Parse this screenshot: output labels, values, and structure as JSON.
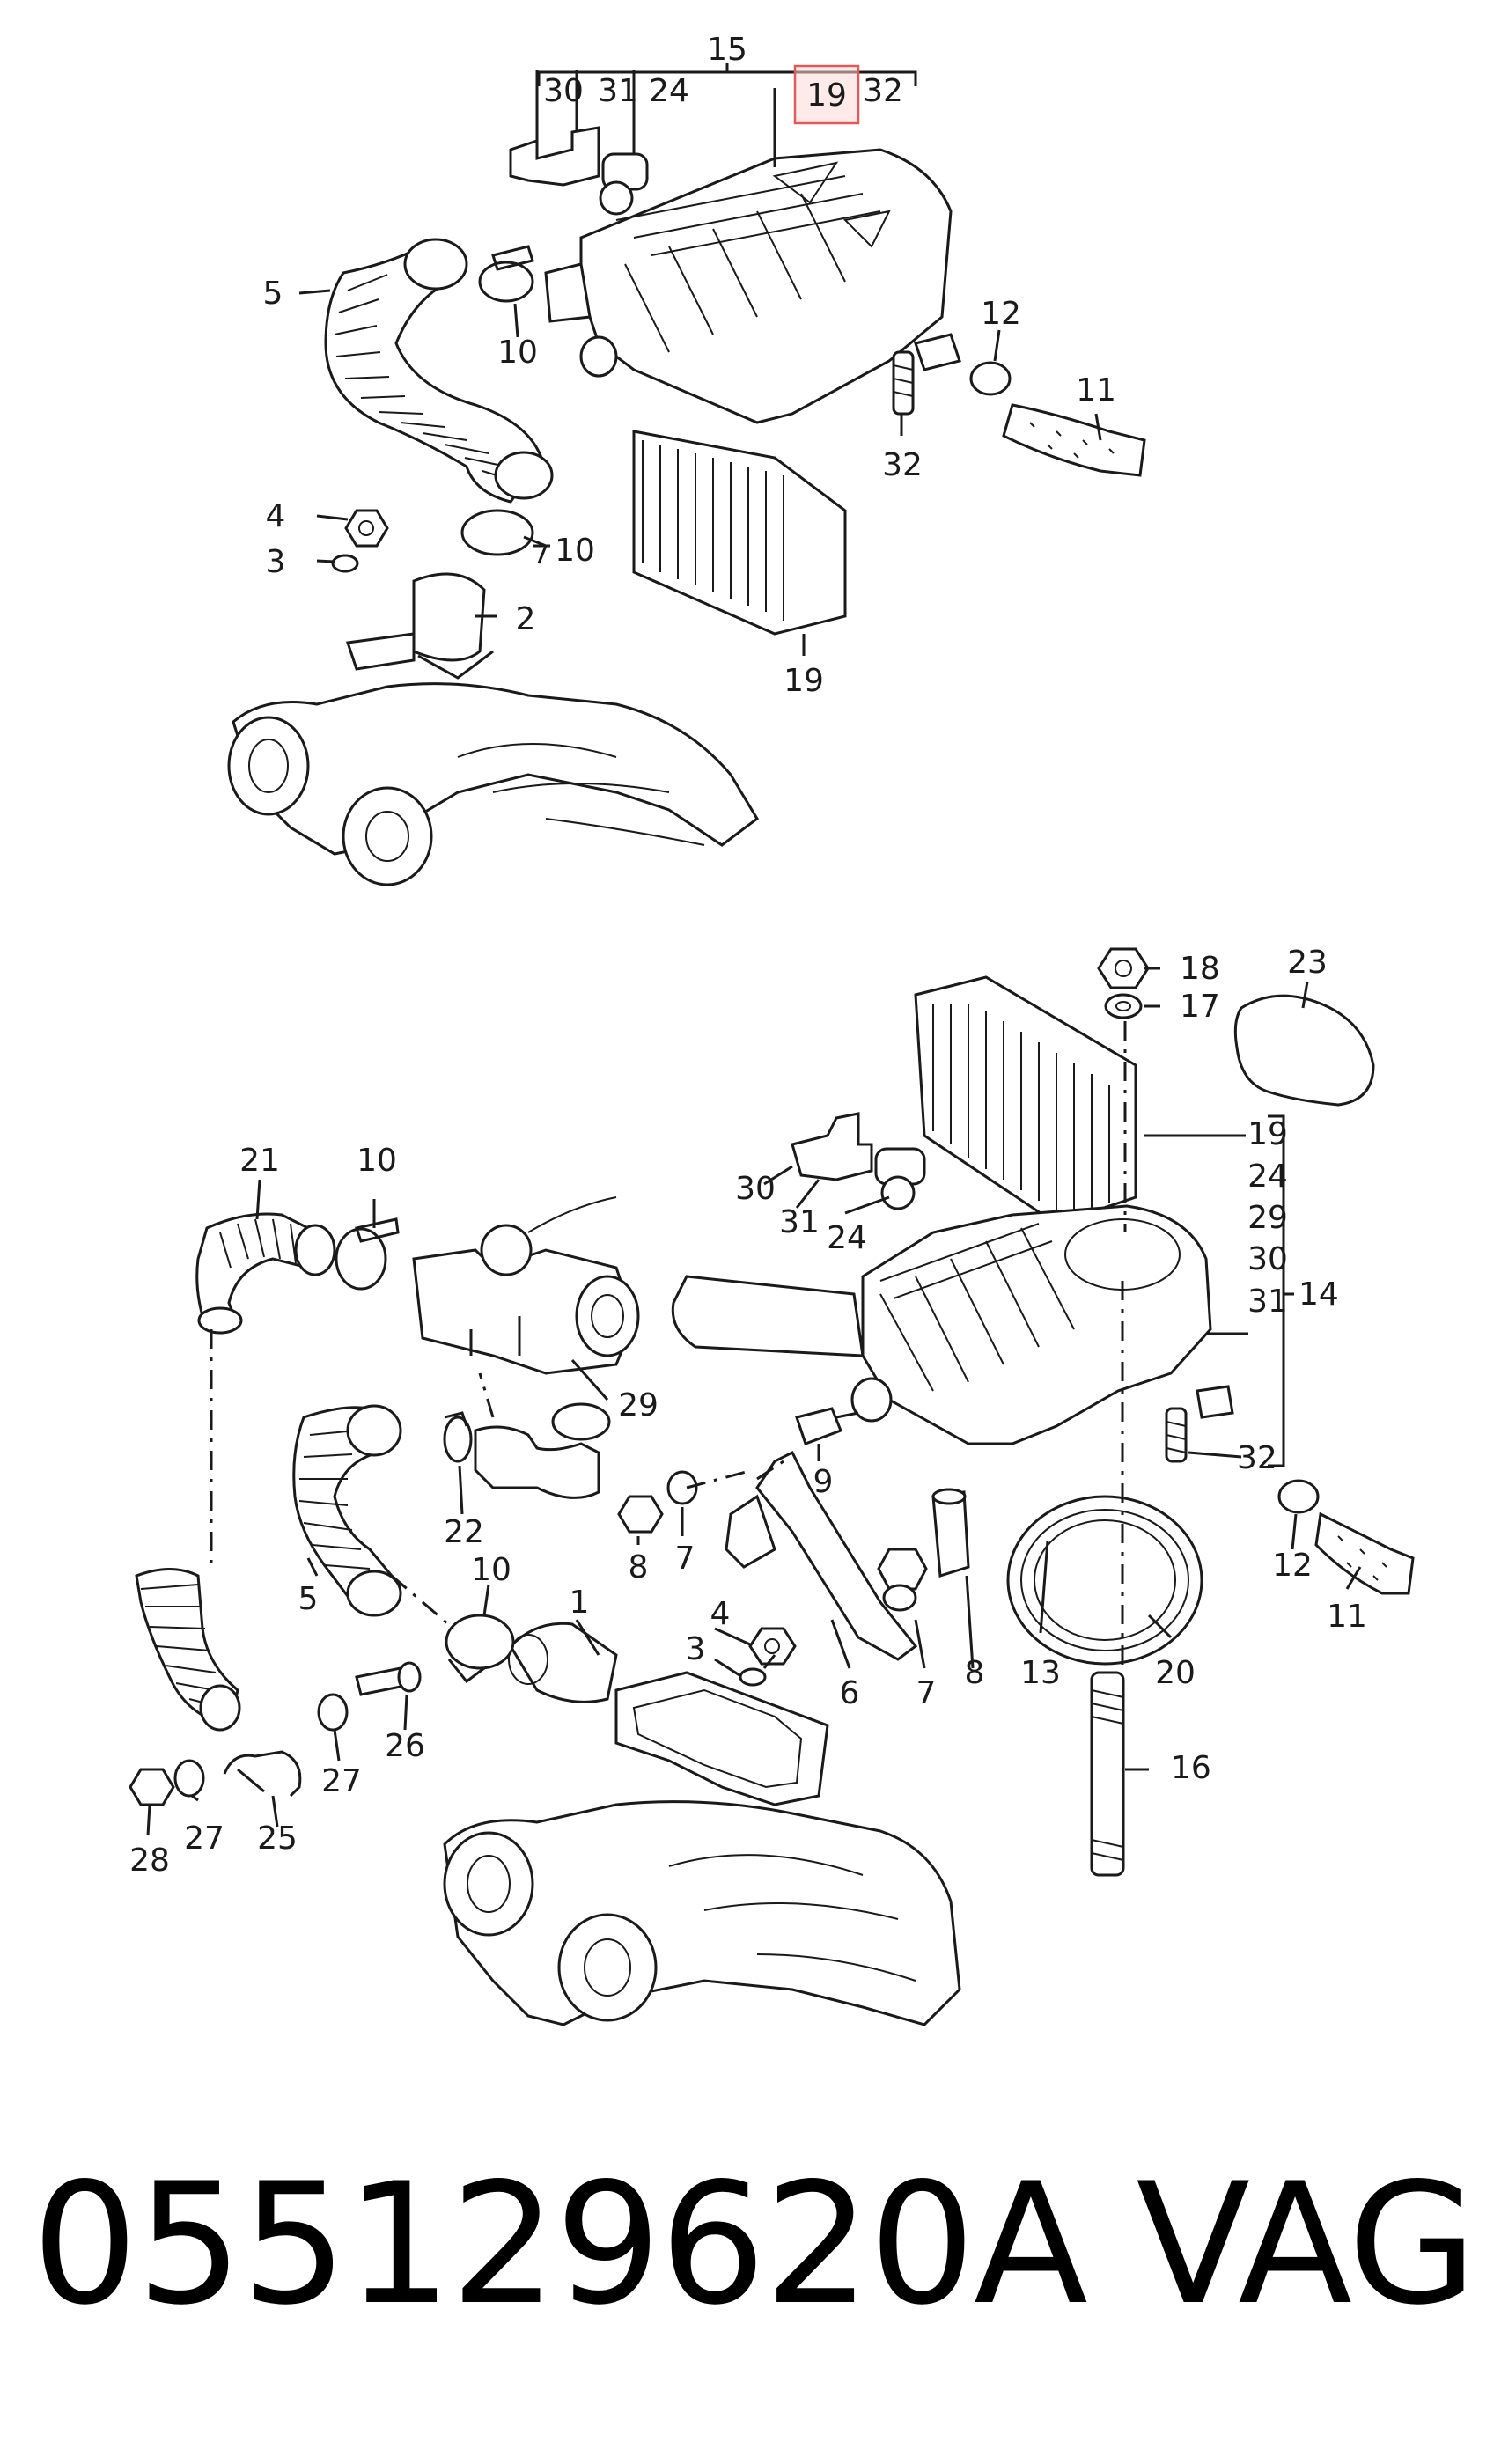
{
  "diagram": {
    "top": {
      "group_label": "15",
      "group_members": [
        "30",
        "31",
        "24",
        "19",
        "32"
      ],
      "highlighted_label": "19",
      "callouts": [
        "5",
        "10",
        "12",
        "11",
        "32",
        "4",
        "3",
        "10",
        "2",
        "19"
      ]
    },
    "bottom": {
      "callouts": [
        "18",
        "17",
        "23",
        "21",
        "10",
        "30",
        "31",
        "24",
        "29",
        "9",
        "22",
        "8",
        "7",
        "5",
        "10",
        "1",
        "4",
        "3",
        "6",
        "7",
        "8",
        "13",
        "20",
        "12",
        "11",
        "16",
        "26",
        "27",
        "28",
        "27",
        "25",
        "32"
      ],
      "group_list": [
        "19",
        "24",
        "29",
        "30",
        "31",
        "32"
      ],
      "group_label": "14"
    }
  },
  "caption": {
    "part_number": "055129620A",
    "brand": "VAG"
  }
}
